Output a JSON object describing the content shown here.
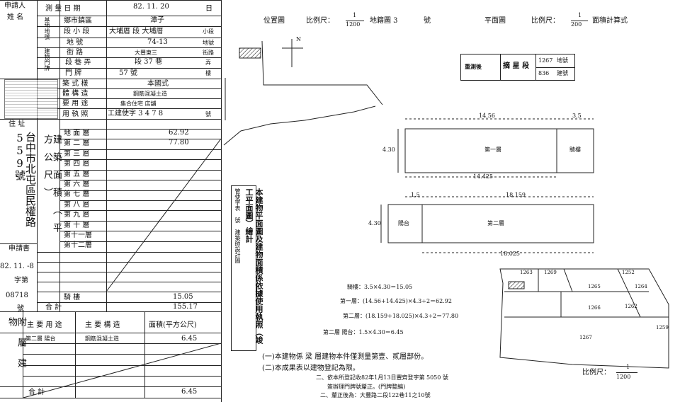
{
  "left": {
    "applicant_label": "申請人",
    "applicant_name_label": "姓 名",
    "survey_date_label": "測 量 日 期",
    "survey_date_value": "82. 11. 20",
    "survey_day_unit": "日",
    "base_district_label": "鄉市鎮區",
    "base_district_value": "潭子",
    "base_label_v": "基地地號",
    "section_label": "段 小 段",
    "section_value": "大埔厝 段 大埔厝",
    "section_unit": "小段",
    "lot_label": "地 號",
    "lot_value": "74-13",
    "lot_unit": "地號",
    "building_doorplate_v": "建物門牌",
    "street_label": "街 路",
    "street_value": "大豐東三",
    "street_unit": "街路",
    "alley_label": "段 巷 弄",
    "alley_value": "段 37 巷",
    "alley_unit": "弄",
    "door_label": "門 牌",
    "door_value": "57 號",
    "door_unit": "樓",
    "style_label": "築 式 樣",
    "style_value": "本國式",
    "structure_label": "體 構 造",
    "structure_value": "鋼筋混凝土造",
    "use_label": "要 用 途",
    "use_value": "集合住宅 店舖",
    "license_label": "用 執 照",
    "license_value": "工建使字 3 4 7 8",
    "license_unit": "號",
    "address_label": "住 址",
    "address_v": "台中市北屯區民權路559號",
    "floors_label_v": "建築面積（平方公尺）",
    "floors": [
      "地 面 層",
      "第 二 層",
      "第 三 層",
      "第 四 層",
      "第 五 層",
      "第 六 層",
      "第 七 層",
      "第 八 層",
      "第 九 層",
      "第 十 層",
      "第十一層",
      "第十二層"
    ],
    "floor_areas": [
      "62.92",
      "77.80",
      "",
      "",
      "",
      "",
      "",
      "",
      "",
      "",
      "",
      ""
    ],
    "apply_label": "申請書",
    "apply_date": "82. 11. -8",
    "apply_char": "字第",
    "apply_no": "08718",
    "apply_no_unit": "號",
    "balcony_label": "騎 樓",
    "balcony_value": "15.05",
    "total_label": "合 計",
    "total_value": "155.17",
    "annex_label_v": "附屬建物",
    "annex_head_main": "主 要 用 途",
    "annex_head_struct": "主 要 構 造",
    "annex_head_area": "面積(平方公尺)",
    "annex_row_use": "第二層 陽台",
    "annex_row_struct": "鋼筋混凝土造",
    "annex_row_area": "6.45",
    "annex_total_label": "合 計",
    "annex_total_value": "6.45"
  },
  "right": {
    "location_title": "位置圖",
    "location_scale_label": "比例尺：",
    "location_scale_num": "1",
    "location_scale_den": "1200",
    "map_sheet": "地籍圖 3",
    "map_sheet_unit": "號",
    "plan_title": "平面圖",
    "plan_scale_label": "比例尺：",
    "plan_scale_num": "1",
    "plan_scale_den": "200",
    "plan_calc": "面積計算式",
    "north": "N",
    "lot_stamp_l": "重測後",
    "lot_stamp_r": "摘 星 段",
    "lot_stamp_n1": "1267",
    "lot_stamp_n1u": "地號",
    "lot_stamp_n2": "836",
    "lot_stamp_n2u": "建號",
    "floor1_label": "第一層",
    "floor1_side": "騎樓",
    "floor1_top_dim": "14.56",
    "floor1_top_dim2": "3.5",
    "floor1_bottom_dim": "14.425",
    "floor1_left_dim": "4.30",
    "floor2_label": "第二層",
    "floor2_side": "陽台",
    "floor2_top_dim": "1.5",
    "floor2_top_dim2": "18.159",
    "floor2_bottom_dim": "18.025",
    "floor2_left_dim": "4.30",
    "note_v": "本建物平面圖及建物面積係依據使用執照（竣工平面圖）繪計",
    "note_v2": "管使字表 號 建築師設計圖",
    "calc_lines": [
      "騎樓：3.5×4.30＝15.05",
      "第一層：(14.56+14.425)×4.3÷2＝62.92",
      "第二層：(18.159+18.025)×4.3÷2＝77.80",
      "第二層 陽台：1.5×4.30＝6.45"
    ],
    "remark1": "(一)本建物係 梁 層建物本件僅測量第壹、貳層部份。",
    "remark2": "(二)本成果表以建物登記為限。",
    "remark3": "二、依本所登記收82年1月13日豐齊登字第 5050 號",
    "remark4": "簽辦理門牌號釐正。(門牌整編)",
    "remark5": "二、釐正後為：大豐路二段122巷11之10號",
    "map_lots": [
      "1263",
      "1269",
      "1252",
      "1265",
      "1264",
      "1266",
      "1262",
      "1267",
      "1259"
    ],
    "bottom_scale_label": "比例尺：",
    "bottom_scale_num": "1",
    "bottom_scale_den": "1200"
  }
}
